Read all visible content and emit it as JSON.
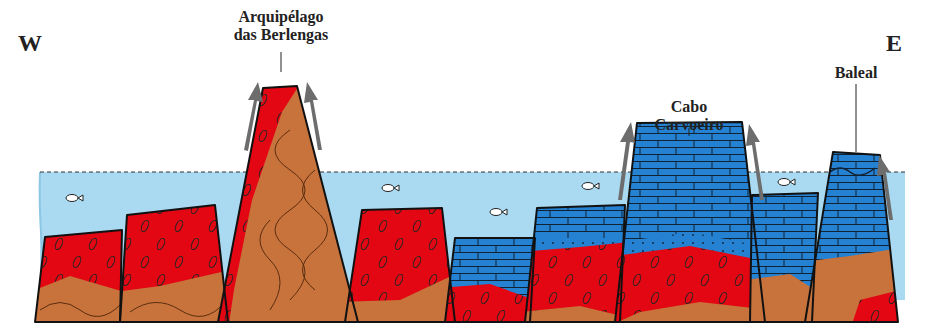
{
  "diagram": {
    "labels": [
      "W",
      "Arquipélago das Berlengas",
      "Cabo Carvoeiro",
      "E",
      "Baleal"
    ]
  }
}
